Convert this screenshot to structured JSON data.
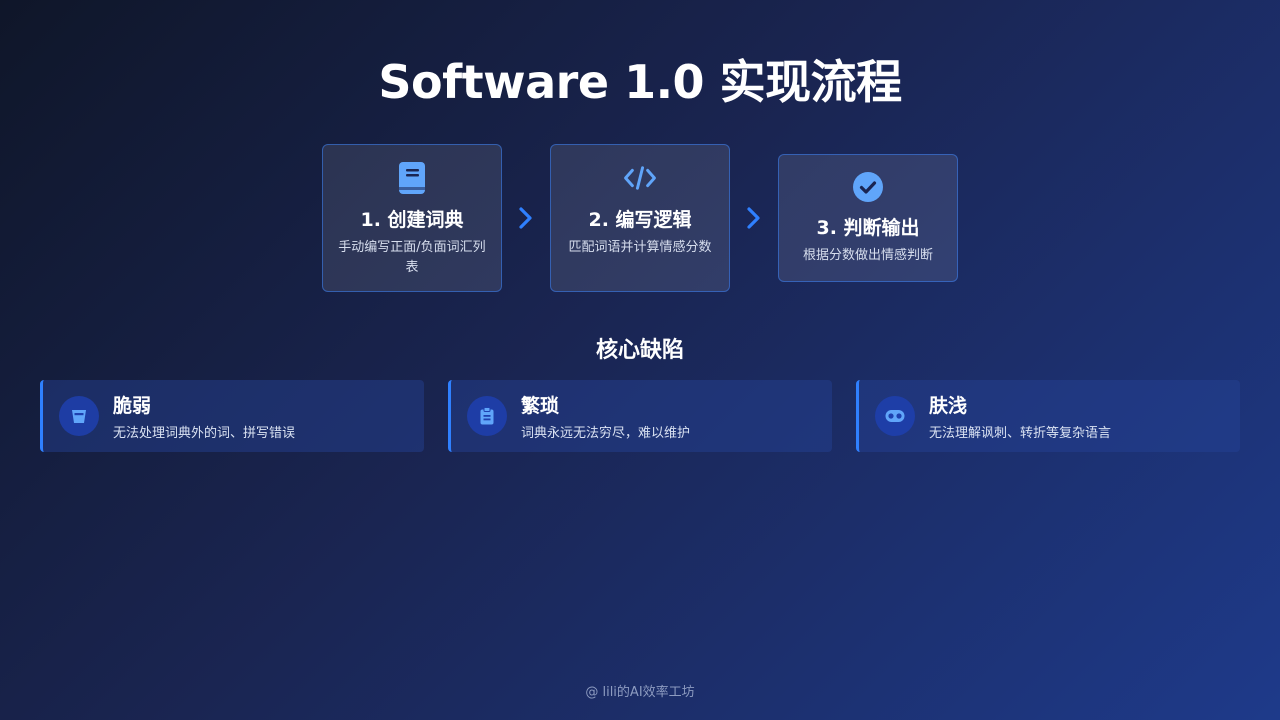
{
  "title": "Software 1.0 实现流程",
  "steps": [
    {
      "name": "1. 创建词典",
      "desc": "手动编写正面/负面词汇列表",
      "icon": "book-icon"
    },
    {
      "name": "2. 编写逻辑",
      "desc": "匹配词语并计算情感分数",
      "icon": "code-icon"
    },
    {
      "name": "3. 判断输出",
      "desc": "根据分数做出情感判断",
      "icon": "check-circle-icon"
    }
  ],
  "section_title": "核心缺陷",
  "defects": [
    {
      "name": "脆弱",
      "desc": "无法处理词典外的词、拼写错误",
      "icon": "broken-glass-icon"
    },
    {
      "name": "繁琐",
      "desc": "词典永远无法穷尽，难以维护",
      "icon": "clipboard-icon"
    },
    {
      "name": "肤浅",
      "desc": "无法理解讽刺、转折等复杂语言",
      "icon": "mask-icon"
    }
  ],
  "footer": "@ lili的AI效率工坊",
  "colors": {
    "accent": "#2f80ff",
    "icon": "#60a5fa"
  }
}
